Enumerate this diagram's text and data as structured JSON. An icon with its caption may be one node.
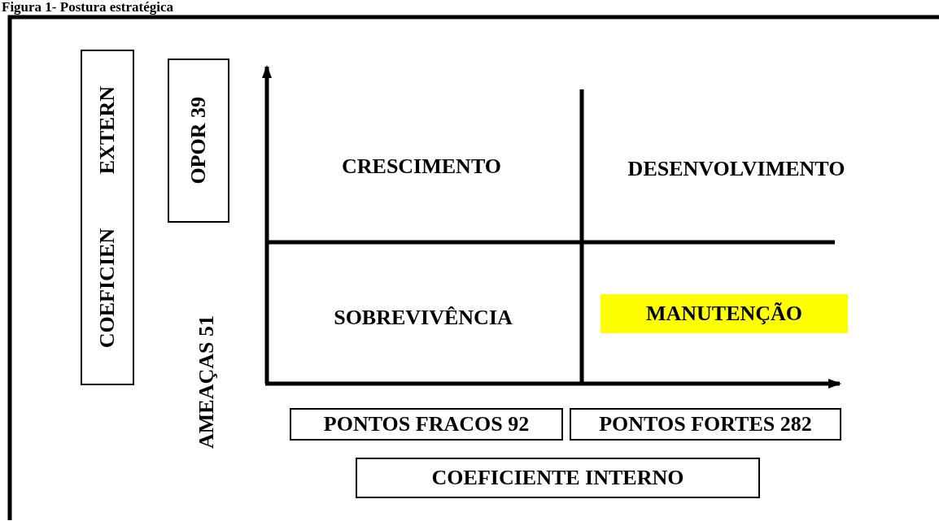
{
  "diagram": {
    "title": "Figura 1- Postura estratégica",
    "nodes": [
      {
        "text": [
          "COEFICIEN EXTERN"
        ]
      },
      {
        "text": [
          "OPOR 39"
        ]
      },
      {
        "text": [
          "MANUTENÇÃO"
        ]
      },
      {
        "text": [
          "PONTOS FRACOS 92"
        ]
      },
      {
        "text": [
          "PONTOS FORTES 282"
        ]
      },
      {
        "text": [
          "COEFICIENTE INTERNO"
        ]
      }
    ],
    "labels": [
      "CRESCIMENTO",
      "DESENVOLVIMENTO",
      "SOBREVIVÊNCIA",
      "AMEAÇAS 51"
    ]
  }
}
